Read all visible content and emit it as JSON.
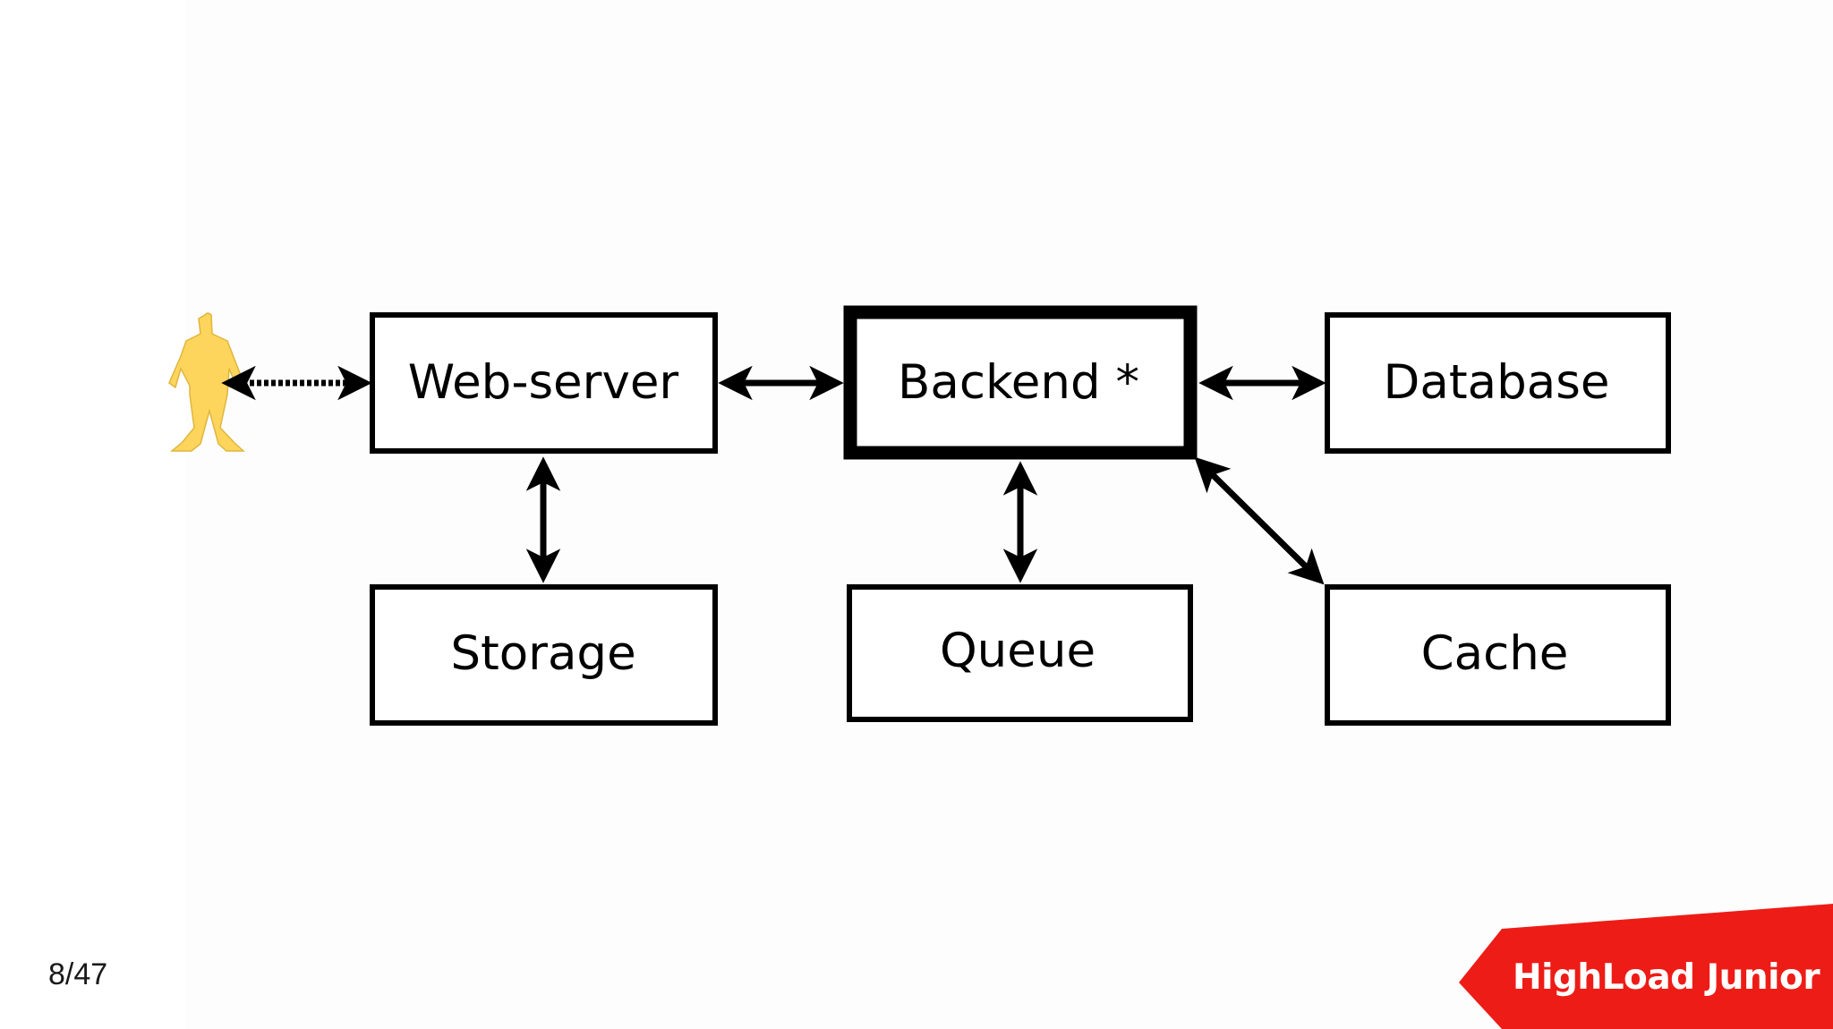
{
  "boxes": {
    "web_server": "Web-server",
    "backend": "Backend *",
    "database": "Database",
    "storage": "Storage",
    "queue": "Queue",
    "cache": "Cache"
  },
  "footer": {
    "page_number": "8/47",
    "brand": "HighLoad Junior"
  },
  "colors": {
    "user_figure": "#fdd55d",
    "brand_red": "#ee1c16",
    "stroke": "#000000"
  },
  "icons": {
    "user": "user-figure-icon"
  }
}
